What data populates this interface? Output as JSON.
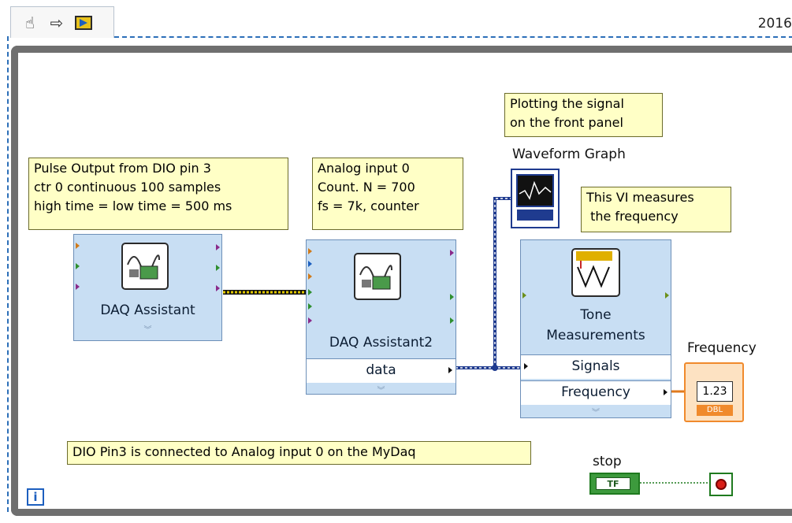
{
  "toolbar": {
    "icons": [
      "hand-icon",
      "arrow-icon",
      "run-highlight-icon"
    ]
  },
  "version": "2016",
  "notes": {
    "pulse": "Pulse Output from DIO pin 3\nctr 0 continuous 100 samples\nhigh time = low time = 500 ms",
    "analog": "Analog input 0\nCount. N = 700\nfs = 7k, counter",
    "plotting": "Plotting the signal\non the front panel",
    "measures": "This VI measures\n the frequency",
    "connection": "DIO Pin3 is connected to Analog input 0 on the MyDaq"
  },
  "nodes": {
    "daq1_label": "DAQ Assistant",
    "daq2_label": "DAQ Assistant2",
    "daq2_output": "data",
    "tone_label": "Tone\nMeasurements",
    "tone_input": "Signals",
    "tone_output": "Frequency"
  },
  "terminals": {
    "waveform_graph": "Waveform Graph",
    "frequency": "Frequency",
    "frequency_value": "1.23",
    "frequency_type": "DBL",
    "stop": "stop",
    "stop_type": "TF"
  },
  "iteration_label": "i",
  "colors": {
    "loop": "#6f6f6f",
    "express": "#c8def3",
    "note": "#ffffc6",
    "wire_dynamic": "#1f3b8f",
    "wire_bool": "#1f7a1f",
    "wire_error": "#c9b200",
    "terminal_dbl": "#f08a2c"
  }
}
